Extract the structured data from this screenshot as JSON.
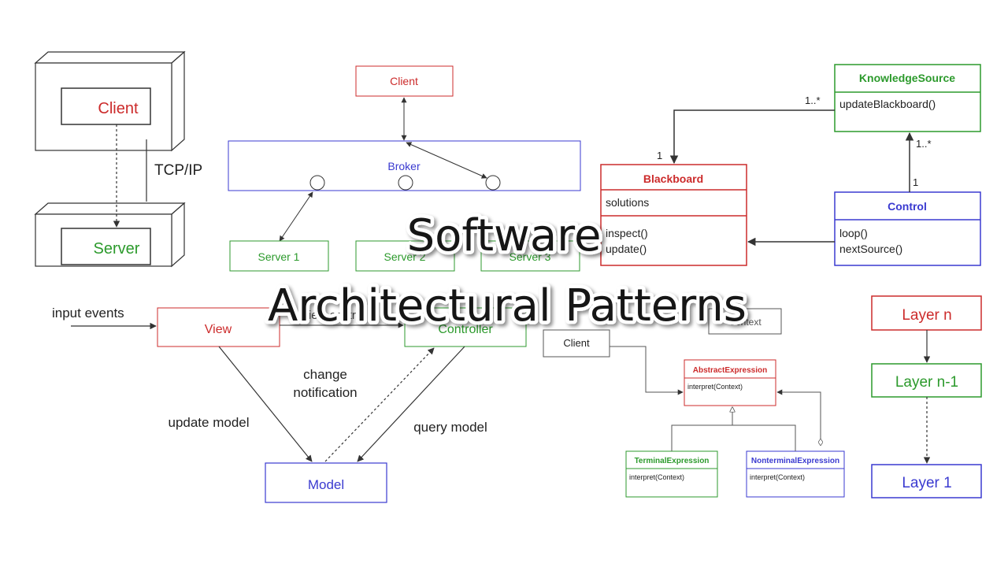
{
  "title": {
    "line1": "Software",
    "line2": "Architectural Patterns"
  },
  "client_server": {
    "client": "Client",
    "server": "Server",
    "link": "TCP/IP"
  },
  "broker": {
    "client": "Client",
    "broker": "Broker",
    "servers": [
      "Server 1",
      "Server 2",
      "Server 3"
    ]
  },
  "blackboard": {
    "knowledge_source": {
      "name": "KnowledgeSource",
      "method": "updateBlackboard()"
    },
    "blackboard": {
      "name": "Blackboard",
      "attr": "solutions",
      "methods": [
        "inspect()",
        "update()"
      ]
    },
    "control": {
      "name": "Control",
      "methods": [
        "loop()",
        "nextSource()"
      ]
    },
    "mult": {
      "ks_bb": "1..*",
      "bb": "1",
      "ks_ctrl": "1..*",
      "ctrl": "1"
    }
  },
  "mvc": {
    "input": "input events",
    "view": "View",
    "controller": "Controller",
    "view_control": "view control",
    "model": "Model",
    "update": "update model",
    "change1": "change",
    "change2": "notification",
    "query": "query model"
  },
  "interpreter": {
    "client": "Client",
    "context": "Context",
    "abstract": {
      "name": "AbstractExpression",
      "method": "interpret(Context)"
    },
    "terminal": {
      "name": "TerminalExpression",
      "method": "interpret(Context)"
    },
    "nonterminal": {
      "name": "NonterminalExpression",
      "method": "interpret(Context)"
    }
  },
  "layers": [
    "Layer n",
    "Layer n-1",
    "Layer 1"
  ],
  "colors": {
    "red": "#cc2b2b",
    "green": "#2c9a2c",
    "blue": "#3a3ad0",
    "gray": "#555555"
  }
}
